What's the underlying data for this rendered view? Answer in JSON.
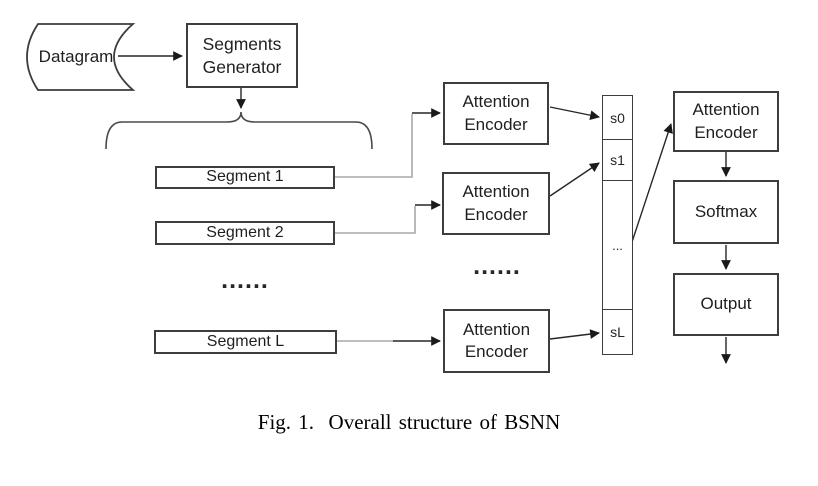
{
  "caption": "Fig. 1.  Overall structure of BSNN",
  "diagram": {
    "datagram_label": "Datagram",
    "generator": {
      "line1": "Segments",
      "line2": "Generator"
    },
    "segments": {
      "s1": "Segment 1",
      "s2": "Segment 2",
      "ellipsis": "......",
      "sL": "Segment L"
    },
    "encoder": {
      "line1": "Attention",
      "line2": "Encoder"
    },
    "encoders_ellipsis": "......",
    "stack": {
      "c0": "s0",
      "c1": "s1",
      "cmid": "...",
      "cL": "sL"
    },
    "softmax_label": "Softmax",
    "output_label": "Output"
  }
}
